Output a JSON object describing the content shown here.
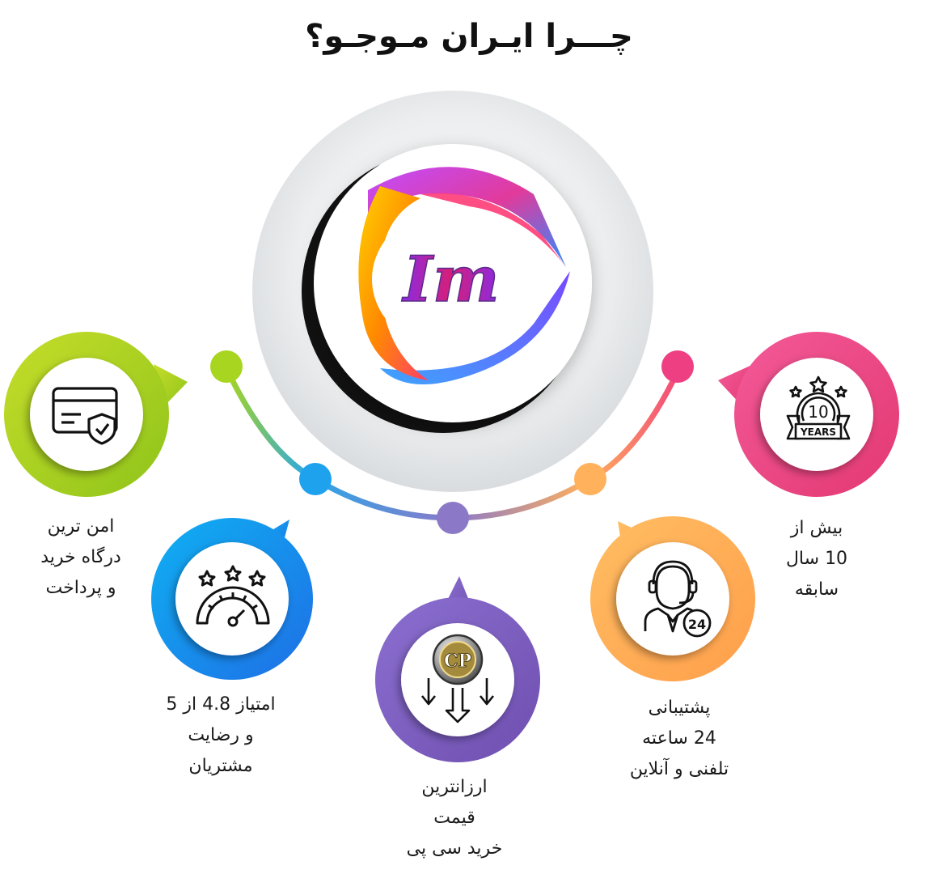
{
  "title": "چـــرا ایـران مـوجـو؟",
  "logo": {
    "text": "Im"
  },
  "colors": {
    "green": "#a8cf1f",
    "blue": "#1e8ff0",
    "purple": "#7f5fc0",
    "orange": "#ffac52",
    "pink": "#ec4a86"
  },
  "features": [
    {
      "icon": "secure-card-icon",
      "lines": [
        "امن ترین",
        "درگاه خرید",
        "و پرداخت"
      ]
    },
    {
      "icon": "rating-gauge-icon",
      "lines": [
        "امتیاز 4.8 از 5",
        "و رضایت",
        "مشتریان"
      ]
    },
    {
      "icon": "cp-coin-price-down-icon",
      "badge": "CP",
      "lines": [
        "ارزانترین",
        "قیمت",
        "خرید سی پی"
      ]
    },
    {
      "icon": "support-agent-24-icon",
      "badge": "24",
      "lines": [
        "پشتیبانی",
        "24 ساعته",
        "تلفنی و آنلاین"
      ]
    },
    {
      "icon": "ten-years-badge-icon",
      "badge": "10",
      "badge_sub": "YEARS",
      "lines": [
        "بیش از",
        "10 سال",
        "سابقه"
      ]
    }
  ]
}
